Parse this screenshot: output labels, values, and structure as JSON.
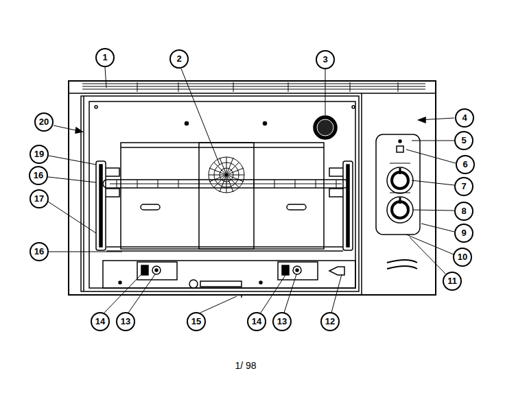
{
  "diagram": {
    "labels": [
      "1",
      "2",
      "3",
      "20",
      "4",
      "5",
      "19",
      "6",
      "16",
      "7",
      "17",
      "8",
      "9",
      "16",
      "10",
      "11",
      "14",
      "13",
      "15",
      "14",
      "13",
      "12",
      "1/ 98"
    ]
  }
}
